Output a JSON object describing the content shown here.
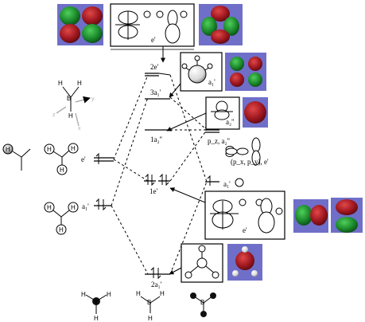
{
  "diagram": {
    "colors": {
      "mo_panel_bg": "#6f6fc9",
      "lobe_red": "#a01820",
      "lobe_green": "#1c8a2c",
      "boron_dark": "#111111",
      "axis_gray": "#b0b0b0"
    },
    "mo_levels": [
      {
        "id": "2e'",
        "label": "2e'"
      },
      {
        "id": "3a1'",
        "label": "3a₁'"
      },
      {
        "id": "1a2''",
        "label": "1a₂''"
      },
      {
        "id": "1e'",
        "label": "1e'"
      },
      {
        "id": "2a1'",
        "label": "2a₁'"
      }
    ],
    "left_fragment": {
      "axis": {
        "x": "x",
        "y": "y",
        "z": "z"
      },
      "bh3_labels": {
        "b": "B",
        "h": "H"
      },
      "salc_levels": [
        {
          "id": "e'",
          "label": "e'"
        },
        {
          "id": "a1'",
          "label": "a₁'"
        }
      ],
      "h_label": "H"
    },
    "right_fragment": {
      "levels": [
        {
          "id": "p2_a2",
          "label": "p_z, a₂''"
        },
        {
          "id": "pxpy_e",
          "label": "(p_x, p_y), e'"
        },
        {
          "id": "a1_s",
          "label": "a₁'"
        }
      ]
    },
    "boxes": [
      {
        "id": "top_e",
        "label": "e'"
      },
      {
        "id": "a1_box",
        "label": "a₁'"
      },
      {
        "id": "a2_box",
        "label": "a₂''"
      },
      {
        "id": "e_box_lower",
        "label": "e'"
      }
    ],
    "bottom": {
      "h_label": "H",
      "b_label": "B"
    }
  }
}
